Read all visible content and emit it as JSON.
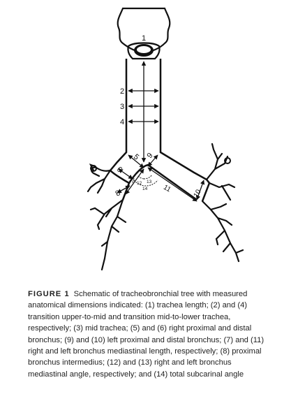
{
  "figure": {
    "labels": {
      "l1": "1",
      "l2": "2",
      "l3": "3",
      "l4": "4",
      "l5": "5",
      "l6": "6",
      "l7": "7",
      "l8": "8",
      "l9": "9",
      "l10": "10",
      "l11": "11",
      "l12": "12",
      "l13": "13",
      "l14": "14"
    }
  },
  "caption": {
    "label": "FIGURE 1",
    "text": "Schematic of tracheobronchial tree with measured anatomical dimensions indicated: (1) trachea length; (2) and (4) transition upper-to-mid and transition mid-to-lower trachea, respectively; (3) mid trachea; (5) and (6) right proximal and distal bronchus; (9) and (10) left proximal and distal bronchus; (7) and (11) right and left bronchus mediastinal length, respectively; (8) proximal bronchus intermedius; (12) and (13) right and left bronchus mediastinal angle, respectively; and (14) total subcarinal angle"
  }
}
